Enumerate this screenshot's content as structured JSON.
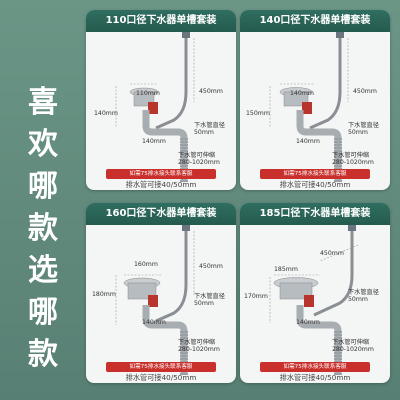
{
  "side_title": [
    "喜",
    "欢",
    "哪",
    "款",
    "选",
    "哪",
    "款"
  ],
  "cards": [
    {
      "title": "110口径下水器单槽套装",
      "dim_top": "110mm",
      "dim_left": "140mm",
      "dim_right": "450mm",
      "dim_bottom": "140mm",
      "pipe_dia": "下水管直径\n50mm",
      "stretch": "下水管可伸缩\n280-1020mm",
      "note": "如需75排水接头联系客服",
      "drain": "排水管可接40/50mm"
    },
    {
      "title": "140口径下水器单槽套装",
      "dim_top": "140mm",
      "dim_left": "150mm",
      "dim_right": "450mm",
      "dim_bottom": "140mm",
      "pipe_dia": "下水管直径\n50mm",
      "stretch": "下水管可伸缩\n280-1020mm",
      "note": "如需75排水接头联系客服",
      "drain": "排水管可接40/50mm"
    },
    {
      "title": "160口径下水器单槽套装",
      "dim_top": "160mm",
      "dim_left": "180mm",
      "dim_right": "450mm",
      "dim_bottom": "140mm",
      "pipe_dia": "下水管直径\n50mm",
      "stretch": "下水管可伸缩\n280-1020mm",
      "note": "如需75排水接头联系客服",
      "drain": "排水管可接40/50mm"
    },
    {
      "title": "185口径下水器单槽套装",
      "dim_top": "185mm",
      "dim_left": "170mm",
      "dim_right": "450mm",
      "dim_bottom": "140mm",
      "pipe_dia": "下水管直径\n50mm",
      "stretch": "下水管可伸缩\n280-1020mm",
      "note": "如需75排水接头联系客服",
      "drain": "排水管可接40/50mm"
    }
  ],
  "colors": {
    "header": "#2f6e60",
    "note": "#c9302c",
    "background": "#5e8a7d"
  }
}
